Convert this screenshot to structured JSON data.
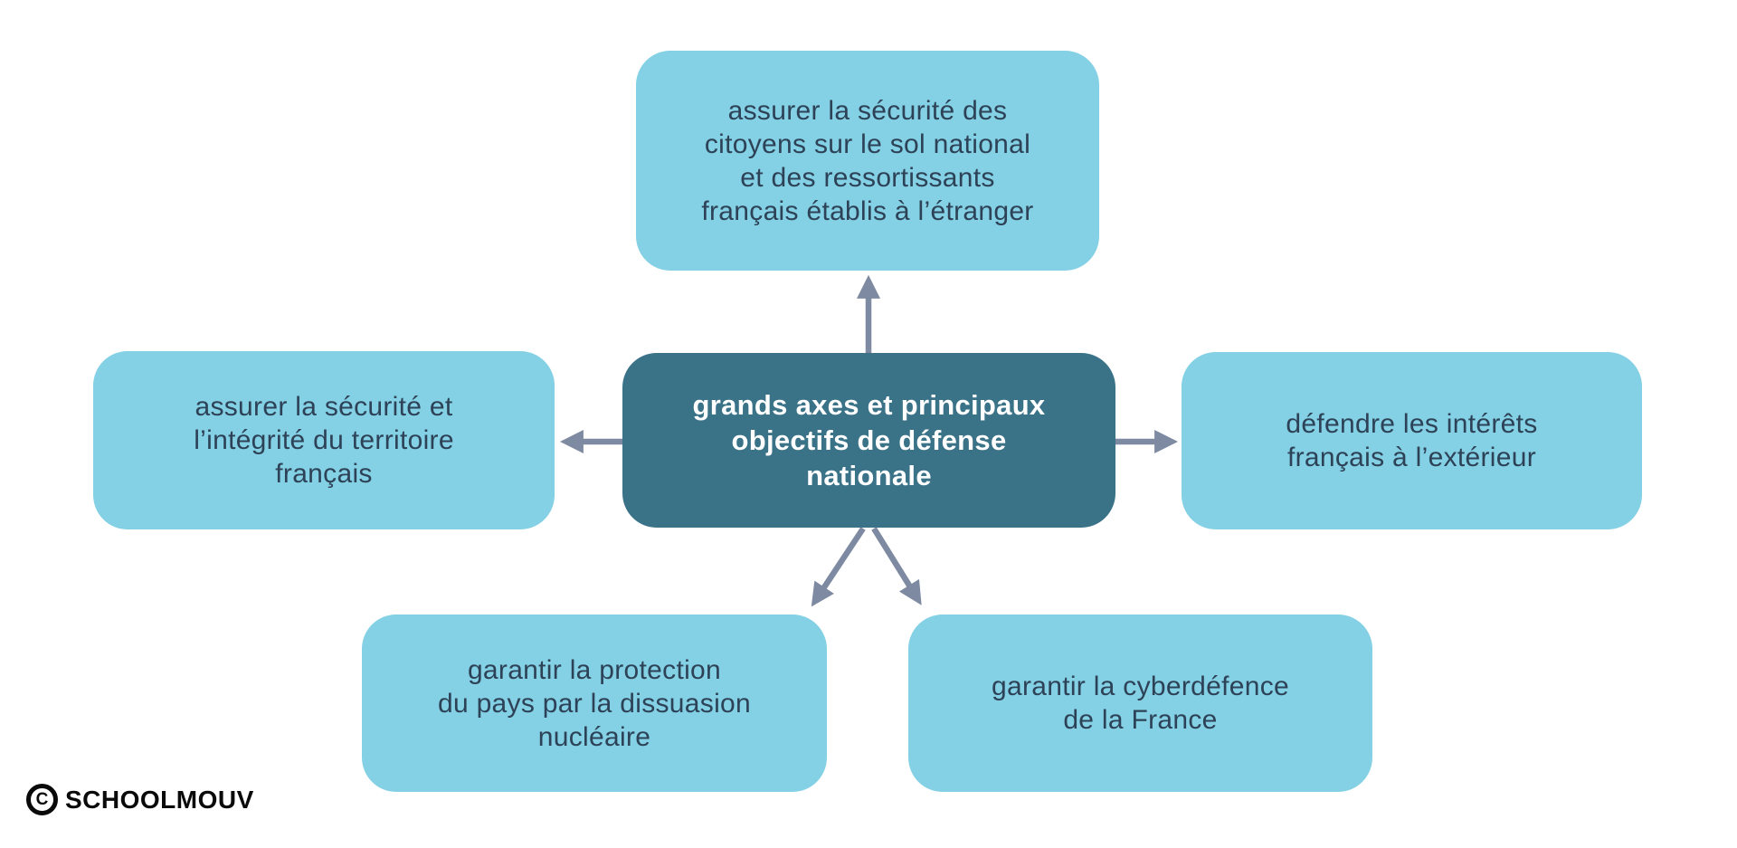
{
  "diagram": {
    "center": {
      "label": "grands axes et principaux\nobjectifs de défense\nnationale"
    },
    "nodes": [
      {
        "position": "top",
        "label": "assurer la sécurité des\ncitoyens sur le sol national\net des ressortissants\nfrançais établis à l’étranger"
      },
      {
        "position": "left",
        "label": "assurer la sécurité et\nl’intégrité du territoire\nfrançais"
      },
      {
        "position": "right",
        "label": "défendre les intérêts\nfrançais à l’extérieur"
      },
      {
        "position": "bottom-left",
        "label": "garantir la protection\ndu pays par la dissuasion\nnucléaire"
      },
      {
        "position": "bottom-right",
        "label": "garantir la cyberdéfence\nde la France"
      }
    ]
  },
  "branding": {
    "copyright_letter": "C",
    "brand_name": "SCHOOLMOUV"
  },
  "colors": {
    "node_fill": "#84d0e4",
    "center_fill": "#3a7288",
    "arrow": "#7d8aa1",
    "node_text": "#2d4257",
    "center_text": "#ffffff",
    "logo_text": "#0a0a0a",
    "background": "#ffffff"
  }
}
